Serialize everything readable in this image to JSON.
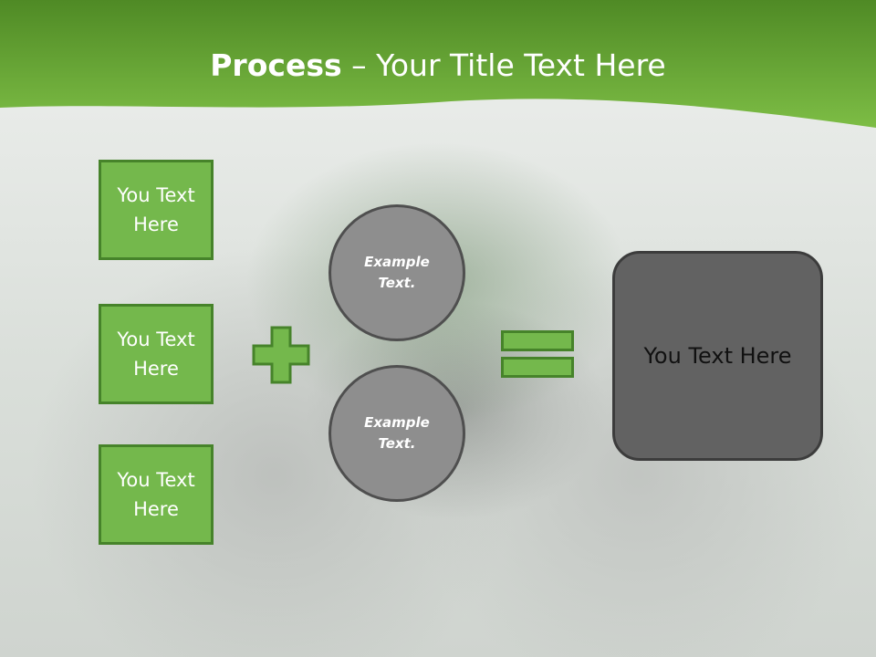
{
  "slide": {
    "title_bold": "Process",
    "title_rest": " – Your Title Text Here",
    "left_boxes": [
      "You Text Here",
      "You Text Here",
      "You Text Here"
    ],
    "circles": [
      "Example Text.",
      "Example Text."
    ],
    "result_box": "You Text Here"
  },
  "colors": {
    "header_green": "#5ea32f",
    "box_fill": "#74b84c",
    "box_border": "#46832a",
    "circle_fill": "#8e8e8e",
    "result_fill": "#626262"
  },
  "icons": [
    "plus-icon",
    "equals-icon"
  ]
}
